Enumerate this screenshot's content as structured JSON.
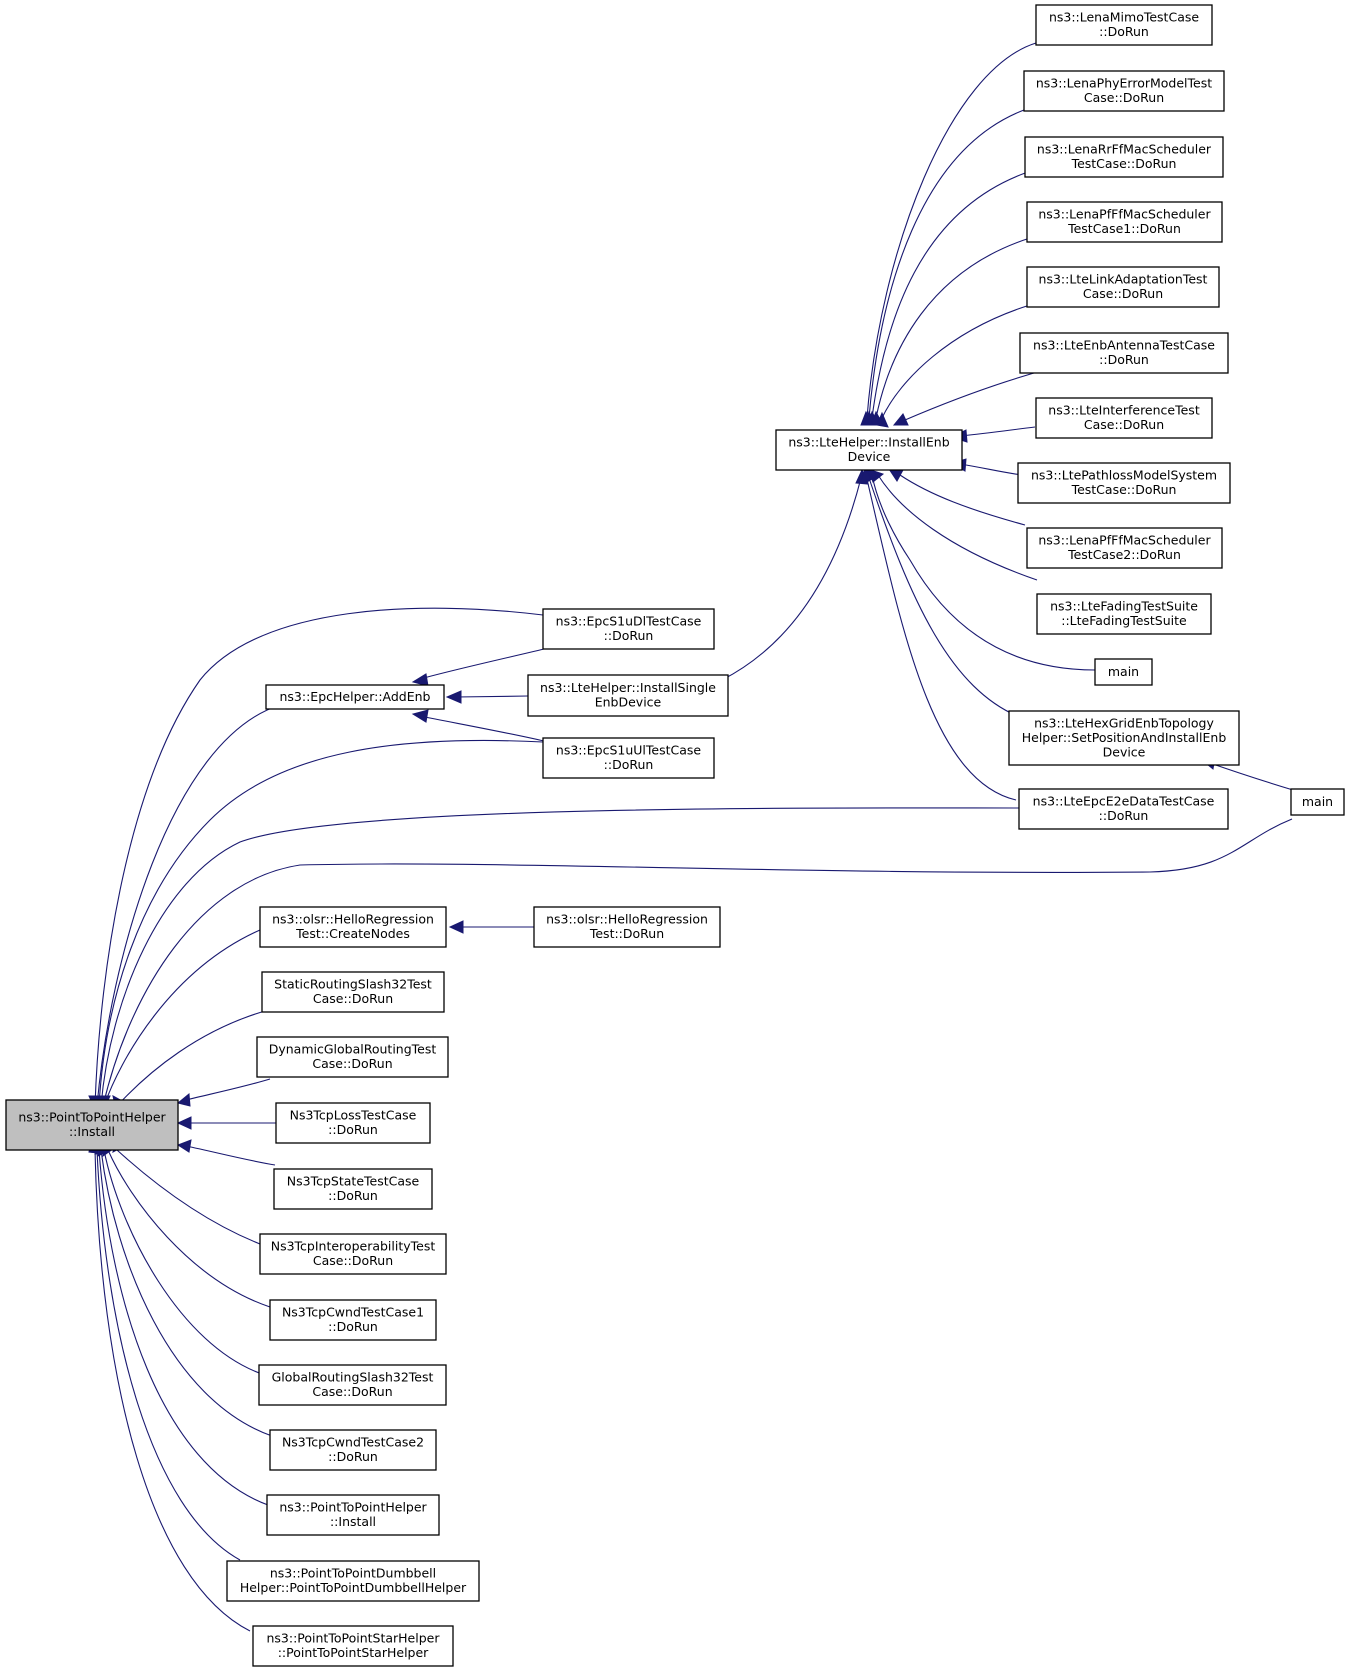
{
  "nodes": {
    "p2p_install": [
      "ns3::PointToPointHelper",
      "::Install"
    ],
    "epc_addenb": [
      "ns3::EpcHelper::AddEnb"
    ],
    "epc_s1u_dl": [
      "ns3::EpcS1uDlTestCase",
      "::DoRun"
    ],
    "lte_install_single": [
      "ns3::LteHelper::InstallSingle",
      "EnbDevice"
    ],
    "epc_s1u_ul": [
      "ns3::EpcS1uUlTestCase",
      "::DoRun"
    ],
    "lte_install_enb": [
      "ns3::LteHelper::InstallEnb",
      "Device"
    ],
    "lena_mimo": [
      "ns3::LenaMimoTestCase",
      "::DoRun"
    ],
    "lena_phy_error": [
      "ns3::LenaPhyErrorModelTest",
      "Case::DoRun"
    ],
    "lena_rr": [
      "ns3::LenaRrFfMacScheduler",
      "TestCase::DoRun"
    ],
    "lena_pf1": [
      "ns3::LenaPfFfMacScheduler",
      "TestCase1::DoRun"
    ],
    "lte_link_adapt": [
      "ns3::LteLinkAdaptationTest",
      "Case::DoRun"
    ],
    "lte_enb_antenna": [
      "ns3::LteEnbAntennaTestCase",
      "::DoRun"
    ],
    "lte_interference": [
      "ns3::LteInterferenceTest",
      "Case::DoRun"
    ],
    "lte_pathloss": [
      "ns3::LtePathlossModelSystem",
      "TestCase::DoRun"
    ],
    "lena_pf2": [
      "ns3::LenaPfFfMacScheduler",
      "TestCase2::DoRun"
    ],
    "lte_fading": [
      "ns3::LteFadingTestSuite",
      "::LteFadingTestSuite"
    ],
    "main1": [
      "main"
    ],
    "lte_hexgrid": [
      "ns3::LteHexGridEnbTopology",
      "Helper::SetPositionAndInstallEnb",
      "Device"
    ],
    "lte_epc_e2e": [
      "ns3::LteEpcE2eDataTestCase",
      "::DoRun"
    ],
    "main2": [
      "main"
    ],
    "olsr_create": [
      "ns3::olsr::HelloRegression",
      "Test::CreateNodes"
    ],
    "olsr_dorun": [
      "ns3::olsr::HelloRegression",
      "Test::DoRun"
    ],
    "static_slash32": [
      "StaticRoutingSlash32Test",
      "Case::DoRun"
    ],
    "dynamic_global": [
      "DynamicGlobalRoutingTest",
      "Case::DoRun"
    ],
    "tcp_loss": [
      "Ns3TcpLossTestCase",
      "::DoRun"
    ],
    "tcp_state": [
      "Ns3TcpStateTestCase",
      "::DoRun"
    ],
    "tcp_interop": [
      "Ns3TcpInteroperabilityTest",
      "Case::DoRun"
    ],
    "tcp_cwnd1": [
      "Ns3TcpCwndTestCase1",
      "::DoRun"
    ],
    "global_slash32": [
      "GlobalRoutingSlash32Test",
      "Case::DoRun"
    ],
    "tcp_cwnd2": [
      "Ns3TcpCwndTestCase2",
      "::DoRun"
    ],
    "p2p_install2": [
      "ns3::PointToPointHelper",
      "::Install"
    ],
    "dumbbell": [
      "ns3::PointToPointDumbbell",
      "Helper::PointToPointDumbbellHelper"
    ],
    "star": [
      "ns3::PointToPointStarHelper",
      "::PointToPointStarHelper"
    ]
  },
  "colors": {
    "edge": "#191970",
    "root_fill": "#bfbfbf",
    "node_fill": "#ffffff",
    "border": "#000000"
  }
}
